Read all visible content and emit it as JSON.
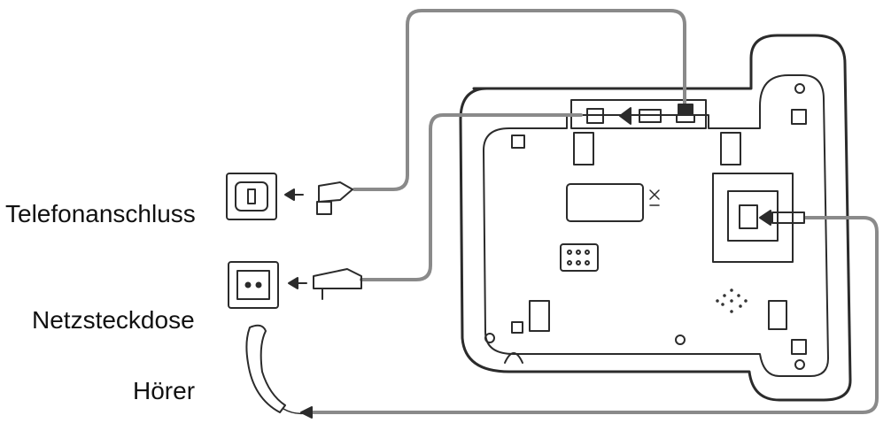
{
  "labels": {
    "telefonanschluss": "Telefonanschluss",
    "netzsteckdose": "Netzsteckdose",
    "hoerer": "Hörer"
  },
  "colors": {
    "line": "#2b2b2b",
    "cable": "#8a8a8a",
    "body_fill": "#ffffff"
  }
}
